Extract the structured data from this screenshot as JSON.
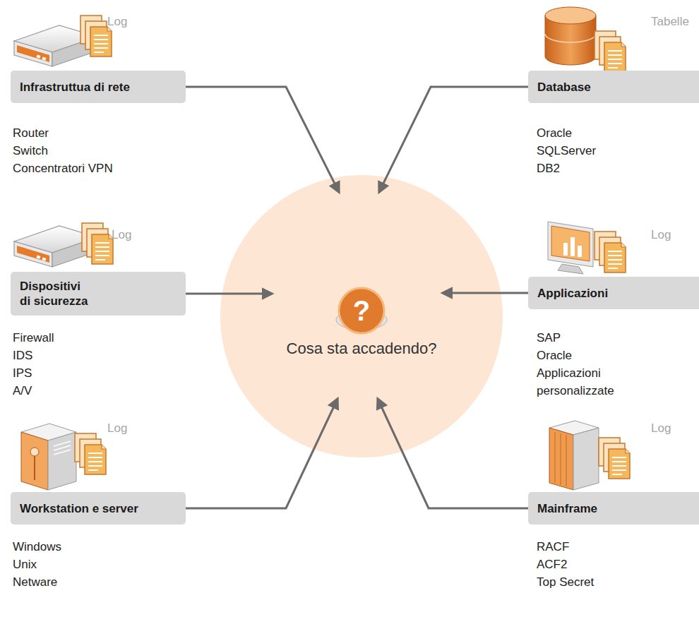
{
  "diagram": {
    "nodes": [
      {
        "text": [
          "Infrastruttua di rete"
        ]
      },
      {
        "text": [
          "Database"
        ]
      },
      {
        "text": [
          "Dispositivi di sicurezza"
        ]
      },
      {
        "text": [
          "Cosa sta accadendo?"
        ]
      },
      {
        "text": [
          "Applicazioni"
        ]
      },
      {
        "text": [
          "Workstation e server"
        ]
      },
      {
        "text": [
          "Mainframe"
        ]
      }
    ],
    "edges": [
      {
        "from": 0,
        "to": 3,
        "arrow": "to"
      },
      {
        "from": 1,
        "to": 3,
        "arrow": "to"
      },
      {
        "from": 2,
        "to": 3,
        "arrow": "to"
      },
      {
        "from": 4,
        "to": 3,
        "arrow": "to"
      },
      {
        "from": 5,
        "to": 3,
        "arrow": "to"
      },
      {
        "from": 6,
        "to": 3,
        "arrow": "to"
      }
    ],
    "labels": [
      "Log",
      "Tabelle",
      "Router",
      "Switch",
      "Concentratori VPN",
      "Oracle",
      "SQLServer",
      "DB2",
      "Log",
      "Log",
      "Firewall",
      "IDS",
      "IPS",
      "A/V",
      "?",
      "SAP",
      "Oracle",
      "Applicazioni personalizzate",
      "Log",
      "Log",
      "Windows",
      "Unix",
      "Netware",
      "RACF",
      "ACF2",
      "Top Secret"
    ]
  }
}
